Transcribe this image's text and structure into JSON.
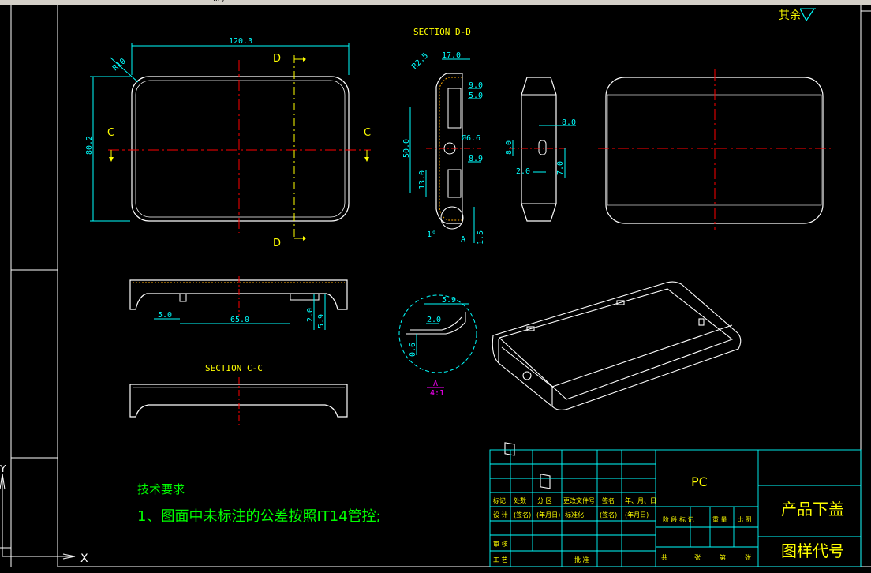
{
  "toolbar": {
    "snippet": "...  ,  "
  },
  "drawing": {
    "finish_label": "其余",
    "front_view": {
      "dim_width": "120.3",
      "dim_height": "80.2",
      "dim_radius": "R10",
      "section_c": "C",
      "section_d": "D"
    },
    "section_dd": {
      "title": "SECTION D-D",
      "dims": [
        "R2.5",
        "17.0",
        "9.0",
        "5.0",
        "Ø6.6",
        "50.0",
        "8.9",
        "13.0",
        "1°",
        "A",
        "1.5"
      ]
    },
    "side_view": {
      "dims": [
        "8.0",
        "8.0",
        "2.0",
        "7.0"
      ]
    },
    "section_bottom": {
      "dims": [
        "5.0",
        "65.0",
        "2.0",
        "5.9"
      ]
    },
    "section_cc": {
      "title": "SECTION C-C"
    },
    "detail_a": {
      "dims": [
        "5.9",
        "2.0",
        "0.6"
      ],
      "label": "A",
      "scale": "4:1"
    },
    "tech_requirements": {
      "title": "技术要求",
      "item": "1、图面中未标注的公差按照IT14管控;"
    },
    "title_block": {
      "material": "PC",
      "part_name": "产品下盖",
      "drawing_no_label": "图样代号",
      "rev_headers": [
        "标记",
        "处数",
        "分 区",
        "更改文件号",
        "签名",
        "年、月、日"
      ],
      "design_row": [
        "设 计",
        "(签名)",
        "(年月日)",
        "标准化",
        "(签名)",
        "(年月日)"
      ],
      "stage_headers": [
        "阶 段 标 记",
        "重 量",
        "比 例"
      ],
      "review_label": "审 核",
      "process_label": "工 艺",
      "approve_label": "批 准",
      "sheets": [
        "共",
        "张",
        "第",
        "张"
      ]
    },
    "ucs": {
      "x": "X",
      "y": "Y"
    }
  },
  "colors": {
    "background": "#000000",
    "outline": "#ffffff",
    "dimension": "#00ffff",
    "text": "#ffff00",
    "centerline": "#ff0000",
    "note": "#00ff00"
  }
}
